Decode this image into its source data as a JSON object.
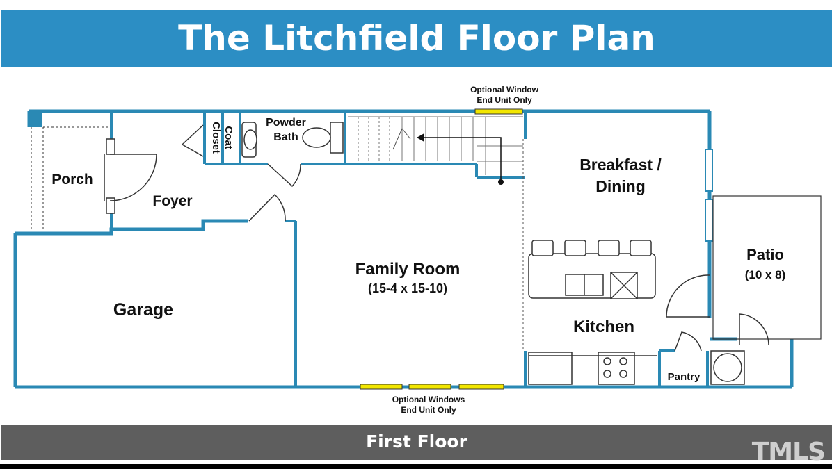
{
  "header": {
    "title": "The Litchfield Floor Plan"
  },
  "plan": {
    "rooms": {
      "porch": "Porch",
      "foyer": "Foyer",
      "coat_closet_line1": "Coat",
      "coat_closet_line2": "Closet",
      "powder_bath_line1": "Powder",
      "powder_bath_line2": "Bath",
      "breakfast_line1": "Breakfast /",
      "breakfast_line2": "Dining",
      "family_room": "Family Room",
      "family_room_size": "(15-4 x 15-10)",
      "garage": "Garage",
      "kitchen": "Kitchen",
      "patio": "Patio",
      "patio_size": "(10 x 8)",
      "pantry": "Pantry"
    },
    "notes": {
      "top_window_line1": "Optional Window",
      "top_window_line2": "End Unit Only",
      "bottom_windows_line1": "Optional Windows",
      "bottom_windows_line2": "End Unit Only"
    },
    "colors": {
      "wall": "#2a89b4",
      "window": "#f2e600",
      "title_bar": "#2c8ec4",
      "footer_bar": "#5e5e5e"
    }
  },
  "footer": {
    "label": "First Floor"
  },
  "watermark": {
    "text": "TMLS"
  }
}
